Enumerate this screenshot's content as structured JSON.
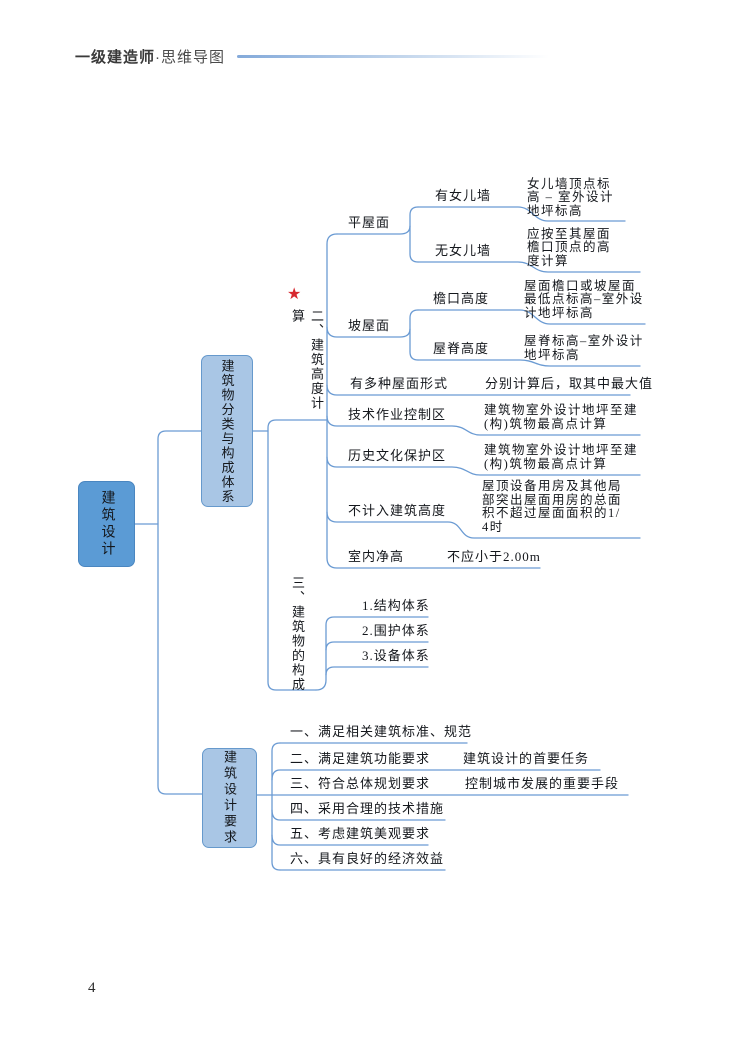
{
  "header": {
    "title_primary": "一级建造师",
    "separator": "·",
    "title_secondary": "思维导图"
  },
  "page_number": "4",
  "icons": {
    "star": "★"
  },
  "colors": {
    "root_fill": "#5B9BD5",
    "branch_fill": "#A9C6E5",
    "line": "#6B9BD3",
    "star": "#D7282F"
  },
  "map": {
    "root": {
      "label": "建筑设计"
    },
    "branch_structure": {
      "label": "建筑物分类与构成体系",
      "section_height": {
        "label": "二、建筑高度计算",
        "flat_roof": {
          "label": "平屋面",
          "with_parapet": {
            "label": "有女儿墙",
            "value": "女儿墙顶点标高 – 室外设计地坪标高"
          },
          "without_parapet": {
            "label": "无女儿墙",
            "value": "应按至其屋面檐口顶点的高度计算"
          }
        },
        "sloped_roof": {
          "label": "坡屋面",
          "eave": {
            "label": "檐口高度",
            "value": "屋面檐口或坡屋面最低点标高–室外设计地坪标高"
          },
          "ridge": {
            "label": "屋脊高度",
            "value": "屋脊标高–室外设计地坪标高"
          }
        },
        "multi_roof": {
          "label": "有多种屋面形式",
          "value": "分别计算后，取其中最大值"
        },
        "tech_zone": {
          "label": "技术作业控制区",
          "value": "建筑物室外设计地坪至建(构)筑物最高点计算"
        },
        "historic_zone": {
          "label": "历史文化保护区",
          "value": "建筑物室外设计地坪至建(构)筑物最高点计算"
        },
        "excluded": {
          "label": "不计入建筑高度",
          "value": "屋顶设备用房及其他局部突出屋面用房的总面积不超过屋面面积的1/4时"
        },
        "clear_height": {
          "label": "室内净高",
          "value": "不应小于2.00m"
        }
      },
      "section_composition": {
        "label": "三、建筑物的构成",
        "items": [
          {
            "label": "1.结构体系"
          },
          {
            "label": "2.围护体系"
          },
          {
            "label": "3.设备体系"
          }
        ]
      }
    },
    "branch_requirements": {
      "label": "建筑设计要求",
      "items": [
        {
          "label": "一、满足相关建筑标准、规范"
        },
        {
          "label": "二、满足建筑功能要求",
          "value": "建筑设计的首要任务"
        },
        {
          "label": "三、符合总体规划要求",
          "value": "控制城市发展的重要手段"
        },
        {
          "label": "四、采用合理的技术措施"
        },
        {
          "label": "五、考虑建筑美观要求"
        },
        {
          "label": "六、具有良好的经济效益"
        }
      ]
    }
  }
}
